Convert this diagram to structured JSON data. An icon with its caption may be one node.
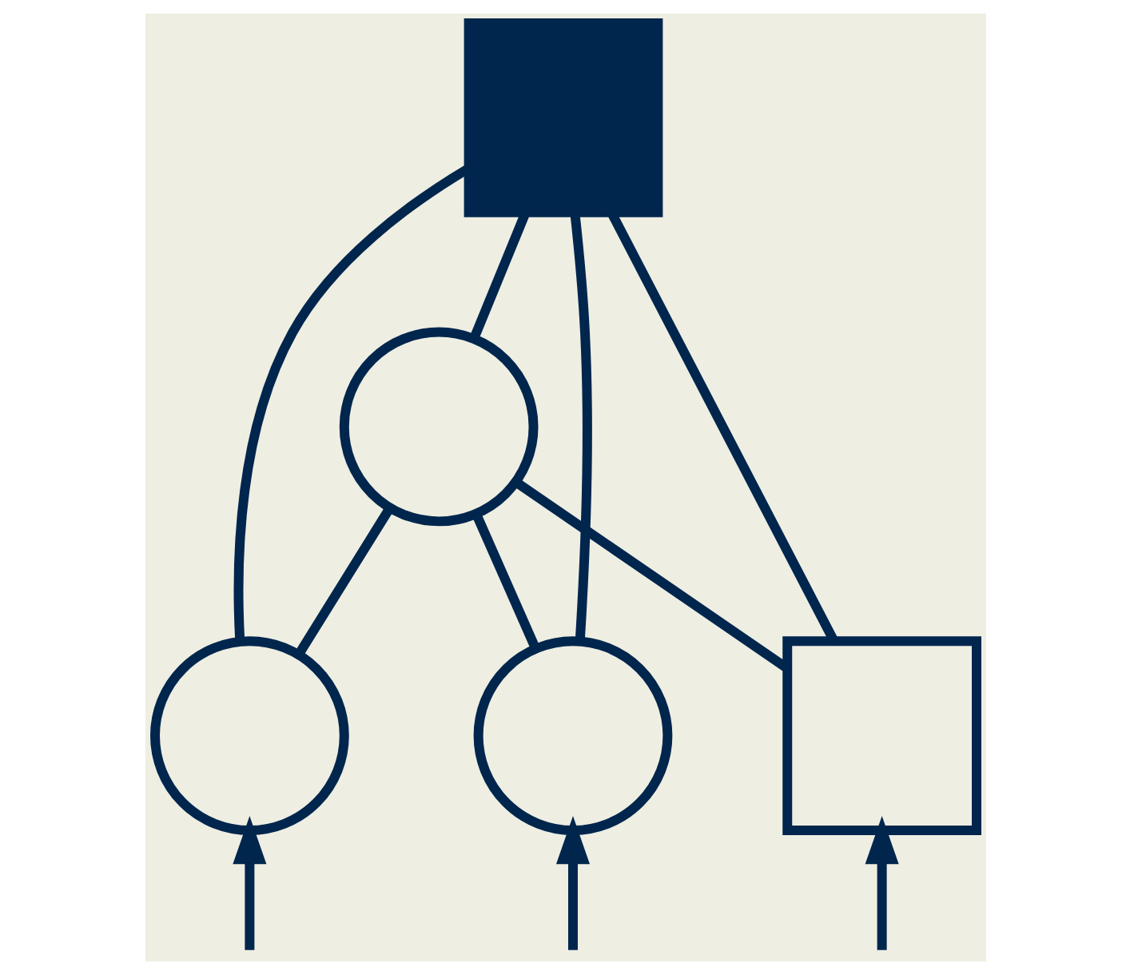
{
  "diagram": {
    "nodes": [
      {
        "text": [],
        "shape": "box"
      },
      {
        "text": [],
        "shape": "circle"
      },
      {
        "text": [],
        "shape": "circle"
      },
      {
        "text": [],
        "shape": "circle"
      },
      {
        "text": [],
        "shape": "box"
      }
    ],
    "edges": [
      {
        "from": 0,
        "to": 1,
        "arrow": "none"
      },
      {
        "from": 0,
        "to": 2,
        "arrow": "none"
      },
      {
        "from": 1,
        "to": 2,
        "arrow": "none"
      },
      {
        "from": 0,
        "to": 3,
        "arrow": "none"
      },
      {
        "from": 1,
        "to": 3,
        "arrow": "none"
      },
      {
        "from": 0,
        "to": 4,
        "arrow": "none"
      },
      {
        "from": 1,
        "to": 4,
        "arrow": "none"
      },
      {
        "from": null,
        "to": 2,
        "arrow": "to"
      },
      {
        "from": null,
        "to": 3,
        "arrow": "to"
      },
      {
        "from": null,
        "to": 4,
        "arrow": "to"
      }
    ]
  }
}
